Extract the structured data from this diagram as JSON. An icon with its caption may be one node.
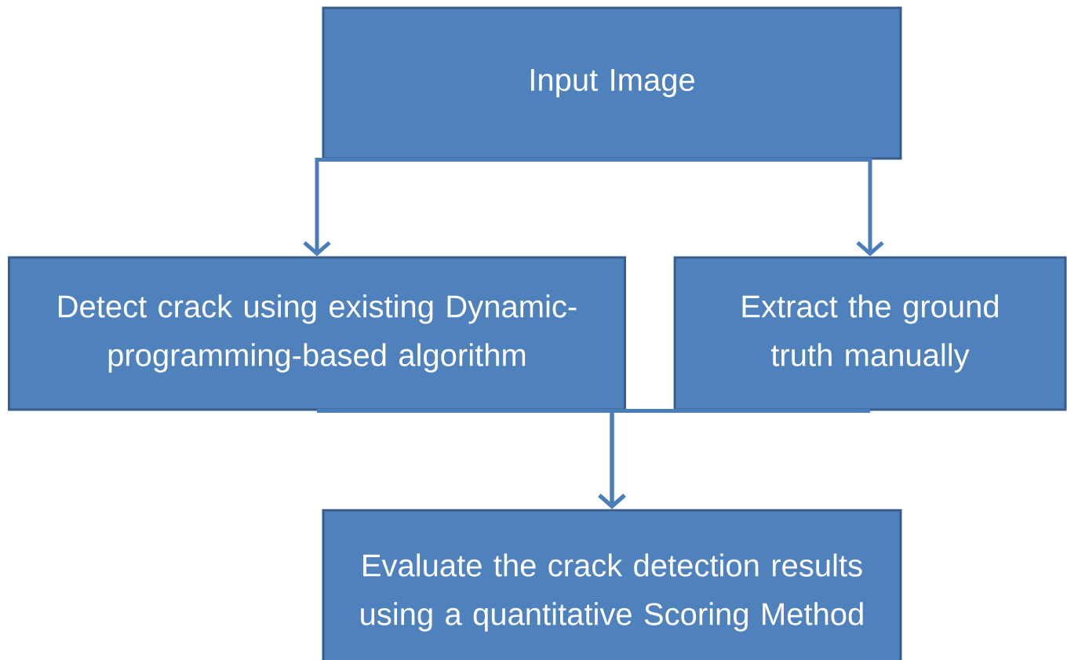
{
  "diagram": {
    "nodes": [
      {
        "text": [
          "Input Image"
        ]
      },
      {
        "text": [
          "Detect crack using existing Dynamic-programming-based algorithm"
        ]
      },
      {
        "text": [
          "Extract the ground truth manually"
        ]
      },
      {
        "text": [
          "Evaluate the crack detection results using a quantitative Scoring Method"
        ]
      }
    ],
    "edges": [
      {
        "from": 0,
        "to": 1,
        "arrow": "to"
      },
      {
        "from": 0,
        "to": 2,
        "arrow": "to"
      },
      {
        "from": 1,
        "to": 3,
        "arrow": "to"
      },
      {
        "from": 2,
        "to": 3,
        "arrow": "to"
      }
    ]
  }
}
